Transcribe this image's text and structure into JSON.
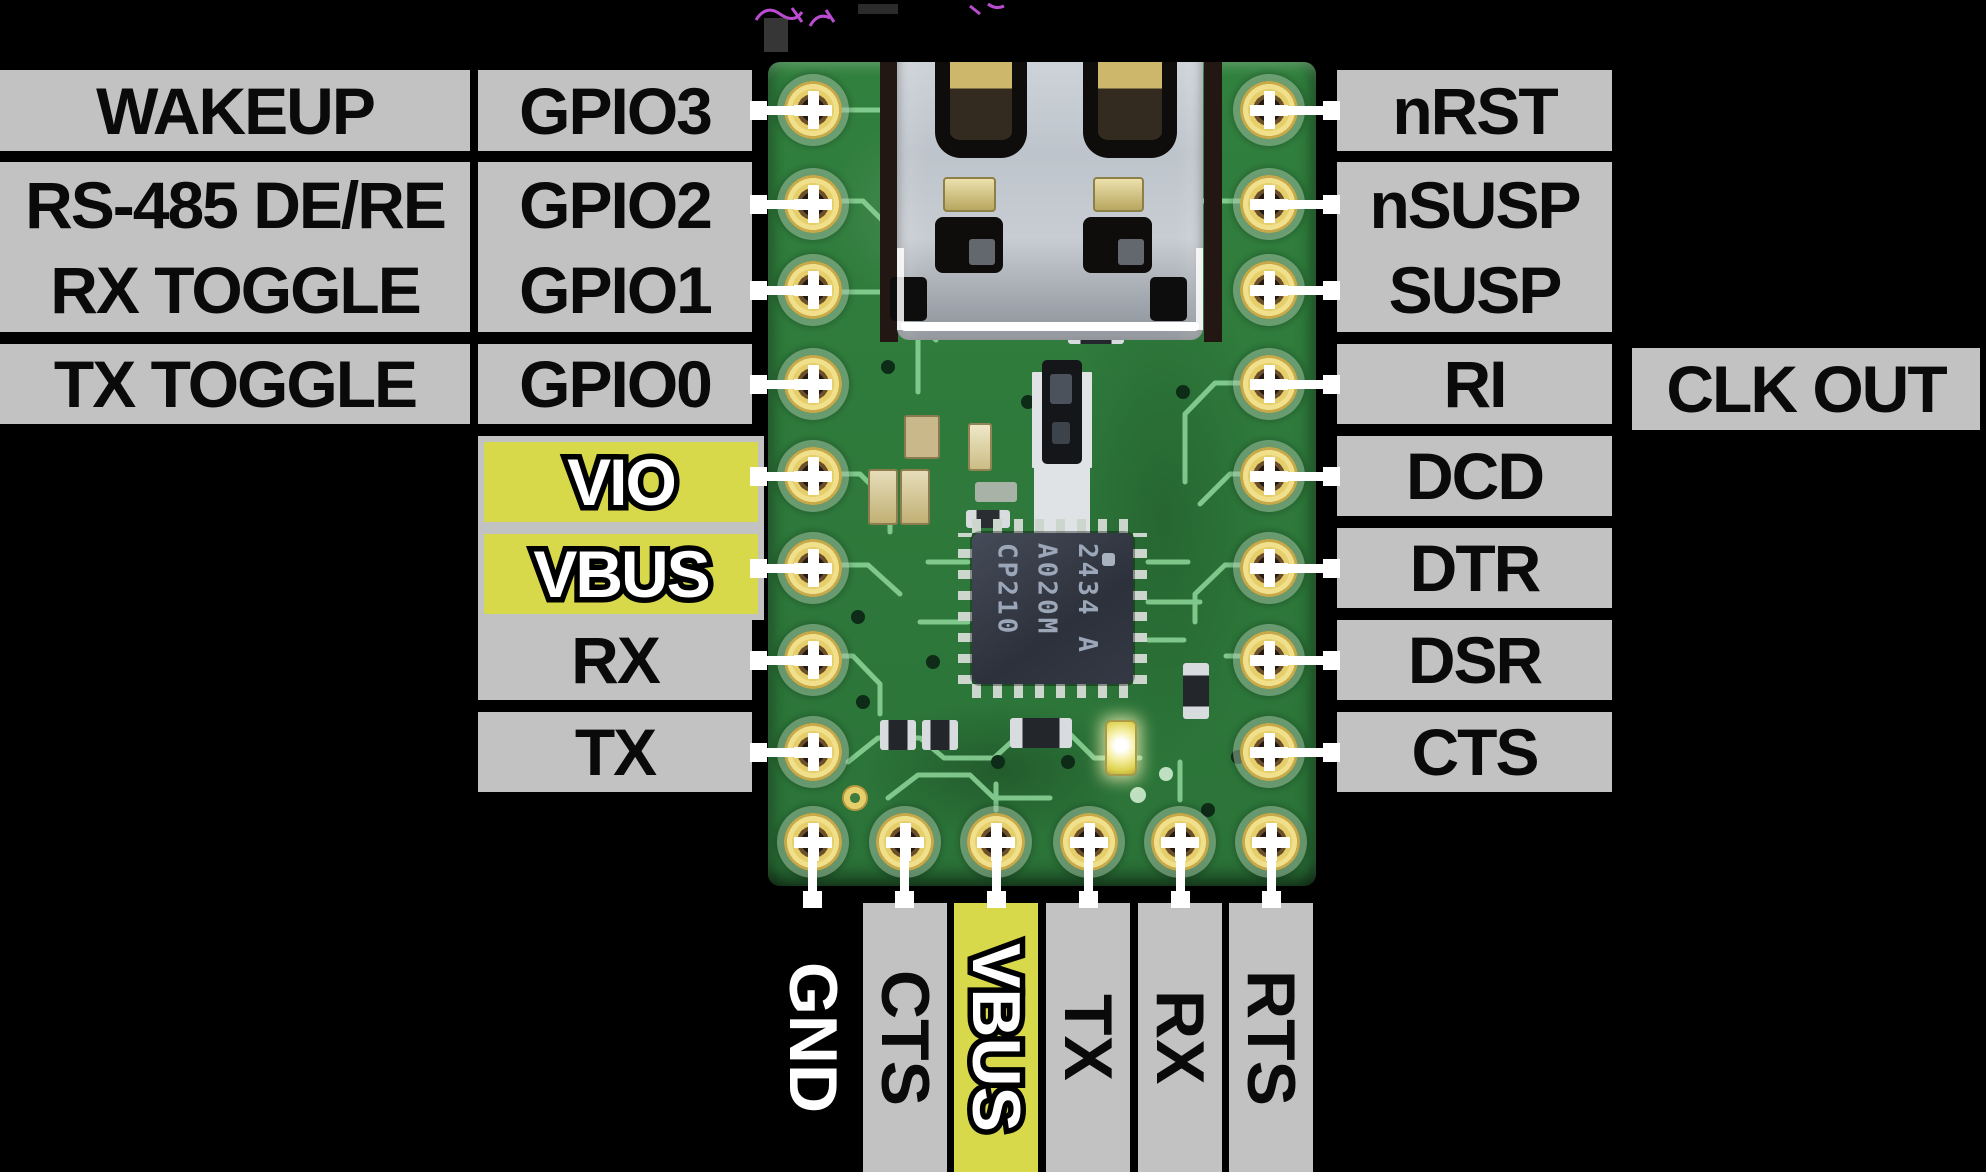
{
  "left_function_labels": {
    "wakeup": "WAKEUP",
    "rs485": "RS-485 DE/RE",
    "rx_toggle": "RX TOGGLE",
    "tx_toggle": "TX TOGGLE"
  },
  "left_pin_labels": {
    "gpio3": "GPIO3",
    "gpio2": "GPIO2",
    "gpio1": "GPIO1",
    "gpio0": "GPIO0",
    "vio": "VIO",
    "vbus": "VBUS",
    "rx": "RX",
    "tx": "TX"
  },
  "right_pin_labels": {
    "nrst": "nRST",
    "nsusp": "nSUSP",
    "susp": "SUSP",
    "ri": "RI",
    "clk_out": "CLK OUT",
    "dcd": "DCD",
    "dtr": "DTR",
    "dsr": "DSR",
    "cts": "CTS"
  },
  "bottom_pin_labels": {
    "gnd": "GND",
    "cts": "CTS",
    "vbus": "VBUS",
    "tx": "TX",
    "rx": "RX",
    "rts": "RTS"
  },
  "board": {
    "chip_marking_line1": "CP210",
    "chip_marking_line2": "A020M",
    "chip_marking_line3": "2434 A"
  },
  "colors": {
    "background": "#000000",
    "label_gray": "#c2c2c2",
    "highlight_yellow": "#d8d94a",
    "board_green": "#2f7d3c",
    "pin_gold": "#ecd97c",
    "connector_silver": "#c6cbd2",
    "lead_line_white": "#ffffff",
    "label_text_black": "#0a0a0a",
    "power_label_text_white": "#ffffff"
  }
}
